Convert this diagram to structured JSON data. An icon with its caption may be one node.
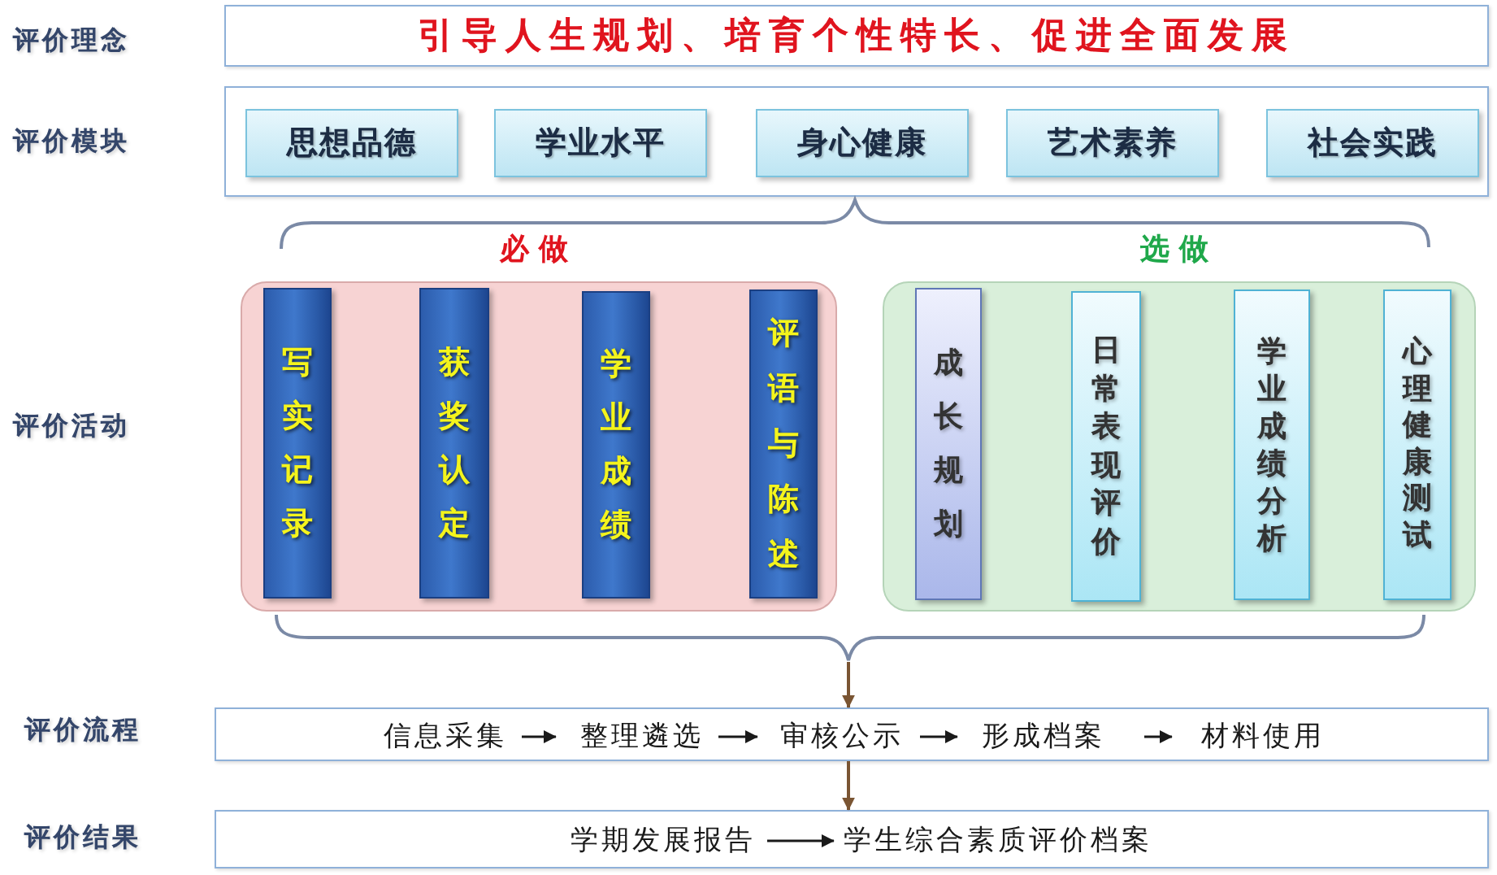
{
  "diagram": {
    "nodes": [
      {
        "text": [
          "引导人生规划、培育个性特长、促进全面发展"
        ]
      },
      {
        "text": [],
        "shape": "box"
      },
      {
        "text": [
          "思想品德"
        ],
        "in": 1
      },
      {
        "text": [
          "学业水平"
        ],
        "in": 1
      },
      {
        "text": [
          "身心健康"
        ],
        "in": 1
      },
      {
        "text": [
          "艺术素养"
        ],
        "in": 1
      },
      {
        "text": [
          "社会实践"
        ],
        "in": 1
      },
      {
        "text": [
          "必做"
        ]
      },
      {
        "text": [
          "写实记录"
        ],
        "in": 7
      },
      {
        "text": [
          "获奖认定"
        ],
        "in": 7
      },
      {
        "text": [
          "学业成绩"
        ],
        "in": 7
      },
      {
        "text": [
          "评语与陈述"
        ],
        "in": 7
      },
      {
        "text": [
          "选做"
        ]
      },
      {
        "text": [
          "成长规划"
        ],
        "in": 12
      },
      {
        "text": [
          "日常表现评价"
        ],
        "in": 12
      },
      {
        "text": [
          "学业成绩分析"
        ],
        "in": 12
      },
      {
        "text": [
          "心理健康测试"
        ],
        "in": 12
      },
      {
        "text": [],
        "shape": "brace"
      },
      {
        "text": [],
        "shape": "box"
      },
      {
        "text": [
          "信息采集"
        ],
        "in": 18
      },
      {
        "text": [
          "整理遴选"
        ],
        "in": 18
      },
      {
        "text": [
          "审核公示"
        ],
        "in": 18
      },
      {
        "text": [
          "形成档案"
        ],
        "in": 18
      },
      {
        "text": [
          "材料使用"
        ],
        "in": 18
      },
      {
        "text": [],
        "shape": "box"
      },
      {
        "text": [
          "学期发展报告"
        ],
        "in": 24
      },
      {
        "text": [
          "学生综合素质评价档案"
        ],
        "in": 24
      }
    ],
    "edges": [
      {
        "from": 17,
        "to": 18,
        "arrow": "to",
        "color": "#7a5533"
      },
      {
        "from": 18,
        "to": 24,
        "arrow": "to",
        "color": "#7a5533"
      },
      {
        "from": 19,
        "to": 20,
        "arrow": "to"
      },
      {
        "from": 20,
        "to": 21,
        "arrow": "to"
      },
      {
        "from": 21,
        "to": 22,
        "arrow": "to"
      },
      {
        "from": 22,
        "to": 23,
        "arrow": "to"
      },
      {
        "from": 25,
        "to": 26,
        "arrow": "to"
      }
    ],
    "labels": [
      "评价理念",
      "评价模块",
      "评价活动",
      "评价流程",
      "评价结果"
    ]
  }
}
